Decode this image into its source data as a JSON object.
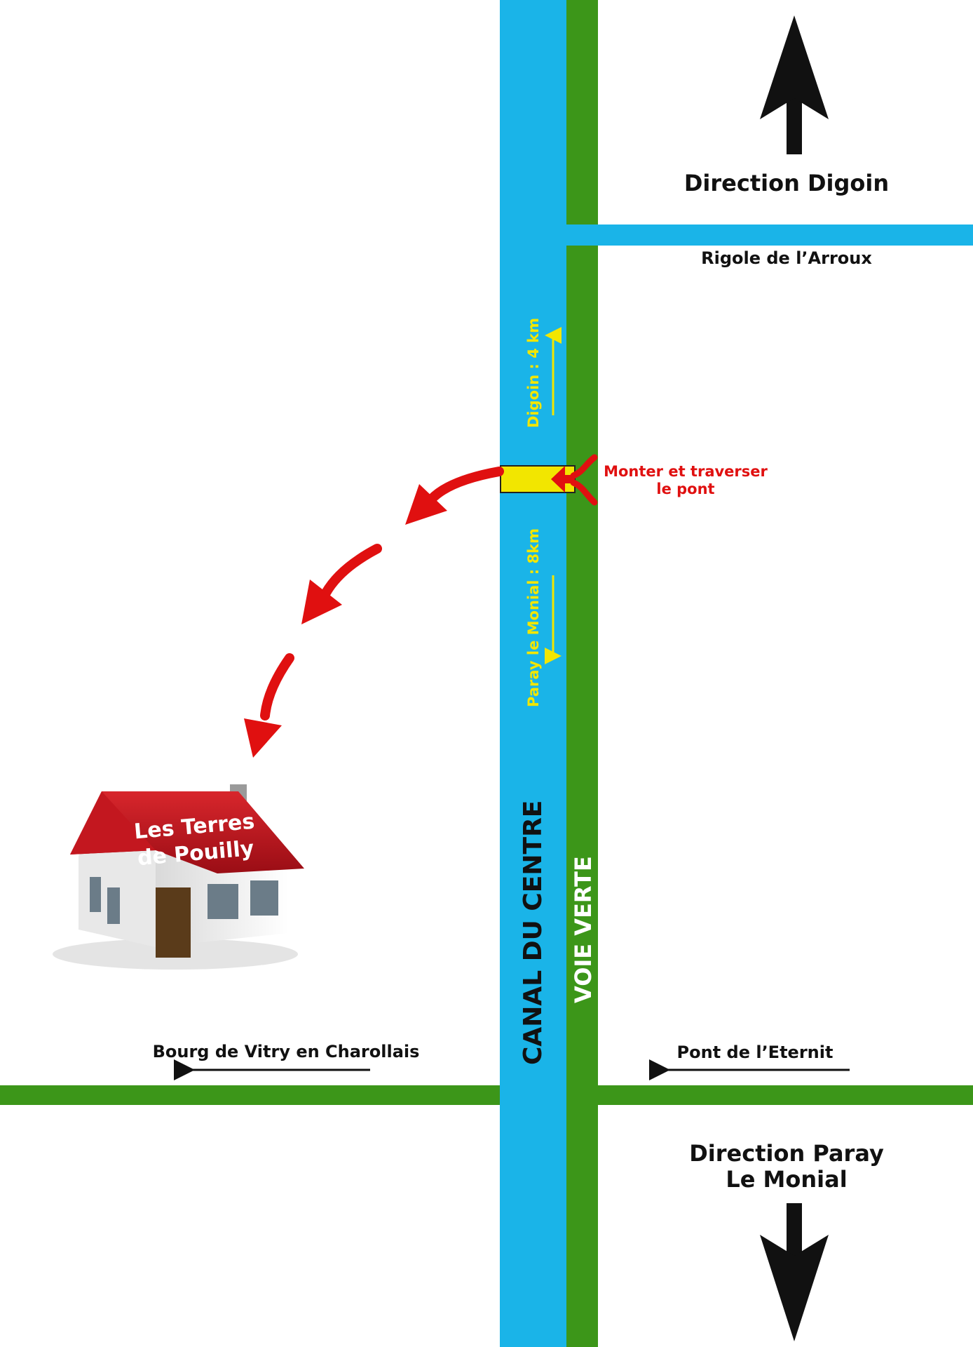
{
  "labels": {
    "direction_north": "Direction Digoin",
    "rigole": "Rigole de l’Arroux",
    "digoin_distance": "Digoin : 4 km",
    "bridge_instruction_line1": "Monter et traverser",
    "bridge_instruction_line2": "le pont",
    "paray_distance": "Paray le Monial : 8km",
    "house_name_line1": "Les Terres",
    "house_name_line2": "de Pouilly",
    "canal": "CANAL DU CENTRE",
    "voie_verte": "VOIE VERTE",
    "bourg": "Bourg de Vitry en Charollais",
    "pont_eternit": "Pont de l’Eternit",
    "direction_south_line1": "Direction Paray",
    "direction_south_line2": "Le Monial"
  },
  "colors": {
    "canal_water": "#1ab4e8",
    "greenway": "#3c9619",
    "route_arrow": "#e01010",
    "bridge": "#f2e600",
    "distance_text": "#f2e600",
    "label_text": "#111111",
    "roof": "#b3121b",
    "house_wall": "#f0f0f0",
    "door": "#5a3b1a"
  },
  "icons": {
    "north_arrow": "arrow-up-icon",
    "south_arrow": "arrow-down-icon",
    "house": "house-icon",
    "route": "curved-arrow-icon"
  }
}
